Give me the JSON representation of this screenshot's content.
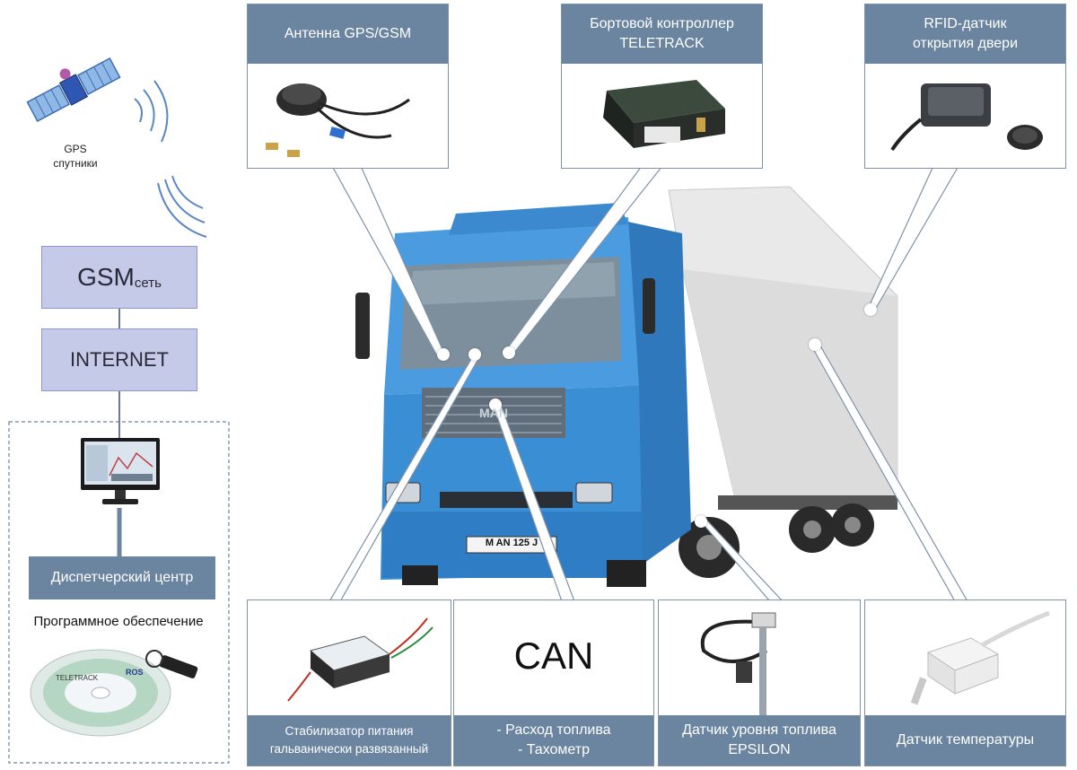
{
  "satellite": {
    "label_line1": "GPS",
    "label_line2": "спутники"
  },
  "network": {
    "gsm_main": "GSM",
    "gsm_sub": "сеть",
    "internet": "INTERNET"
  },
  "dispatch": {
    "title": "Диспетчерский центр",
    "software": "Программное обеспечение"
  },
  "top_cards": [
    {
      "id": "antenna",
      "lines": [
        "Антенна GPS/GSM"
      ]
    },
    {
      "id": "controller",
      "lines": [
        "Бортовой контроллер",
        "TELETRACK"
      ]
    },
    {
      "id": "rfid",
      "lines": [
        "RFID-датчик",
        "открытия двери"
      ]
    }
  ],
  "bottom_cards": [
    {
      "id": "stabilizer",
      "lines": [
        "Стабилизатор питания",
        "гальванически развязанный"
      ]
    },
    {
      "id": "can",
      "big": "CAN",
      "lines": [
        "- Расход топлива",
        "- Тахометр"
      ]
    },
    {
      "id": "fuel",
      "lines": [
        "Датчик уровня топлива",
        "EPSILON"
      ]
    },
    {
      "id": "temp",
      "lines": [
        "Датчик температуры"
      ]
    }
  ],
  "truck": {
    "plate": "M AN 125 J",
    "grille_logo": "MAN"
  },
  "cd": {
    "brand": "TELETRACK",
    "maker": "ROS"
  },
  "colors": {
    "bar": "#6b85a1",
    "network_box": "#c5cae8",
    "truck_blue": "#3a8ed4",
    "trailer": "#e8e8e8"
  }
}
